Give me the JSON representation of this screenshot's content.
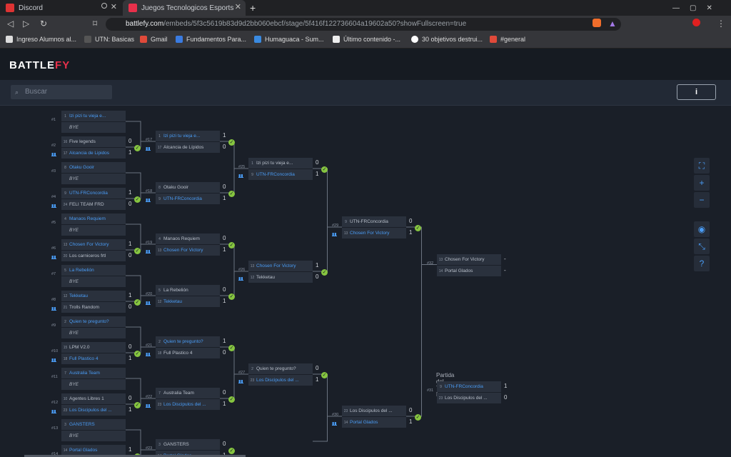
{
  "browser": {
    "tabs": [
      {
        "label": "Discord",
        "active": false,
        "favicon_color": "#d33"
      },
      {
        "label": "Juegos Tecnologicos Esports LOL l:",
        "active": true,
        "favicon_color": "#e8304b"
      }
    ],
    "new_tab": "+",
    "url_host": "battlefy.com",
    "url_path": "/embeds/5f3c5619b83d9d2bb060ebcf/stage/5f416f122736604a19602a50?showFullscreen=true",
    "bookmarks": [
      "Ingreso Alumnos al...",
      "UTN: Basicas",
      "Gmail",
      "Fundamentos Para...",
      "Humaguaca - Sum...",
      "Último contenido -...",
      "30 objetivos destrui...",
      "#general"
    ]
  },
  "header": {
    "logo_a": "BATTLE",
    "logo_b": "FY"
  },
  "toolbar": {
    "search_placeholder": "Buscar",
    "info": "i"
  },
  "third_place_label": "Partida del Tercer Lugar",
  "colors": {
    "win": "#4a9cf5",
    "check": "#86c540",
    "accent": "#e8304b"
  },
  "sidebar_icons": [
    "focus-icon",
    "zoom-in-icon",
    "zoom-out-icon",
    "eye-icon",
    "collapse-icon",
    "help-icon"
  ],
  "round1": [
    {
      "num": "#1",
      "t": [
        {
          "s": "1",
          "n": "Izi pizi tu vieja e...",
          "w": true
        },
        {
          "s": "",
          "n": "BYE",
          "bye": true
        }
      ],
      "sc": [
        "",
        ""
      ]
    },
    {
      "num": "#2",
      "t": [
        {
          "s": "16",
          "n": "Five legends",
          "w": false
        },
        {
          "s": "17",
          "n": "Alcancia de Lipidos",
          "w": true
        }
      ],
      "sc": [
        "0",
        "1"
      ]
    },
    {
      "num": "#3",
      "t": [
        {
          "s": "8",
          "n": "Otaku Gooir",
          "w": true
        },
        {
          "s": "",
          "n": "BYE",
          "bye": true
        }
      ],
      "sc": [
        "",
        ""
      ]
    },
    {
      "num": "#4",
      "t": [
        {
          "s": "9",
          "n": "UTN-FRConcordia",
          "w": true
        },
        {
          "s": "24",
          "n": "FELI TEAM FRD",
          "w": false
        }
      ],
      "sc": [
        "1",
        "0"
      ]
    },
    {
      "num": "#5",
      "t": [
        {
          "s": "4",
          "n": "Manaos Requiem",
          "w": true
        },
        {
          "s": "",
          "n": "BYE",
          "bye": true
        }
      ],
      "sc": [
        "",
        ""
      ]
    },
    {
      "num": "#6",
      "t": [
        {
          "s": "13",
          "n": "Chosen For Victory",
          "w": true
        },
        {
          "s": "20",
          "n": "Los carniceros frtl",
          "w": false
        }
      ],
      "sc": [
        "1",
        "0"
      ]
    },
    {
      "num": "#7",
      "t": [
        {
          "s": "5",
          "n": "La Rebelión",
          "w": true
        },
        {
          "s": "",
          "n": "BYE",
          "bye": true
        }
      ],
      "sc": [
        "",
        ""
      ]
    },
    {
      "num": "#8",
      "t": [
        {
          "s": "12",
          "n": "Tekketau",
          "w": true
        },
        {
          "s": "21",
          "n": "Trolls Random",
          "w": false
        }
      ],
      "sc": [
        "1",
        "0"
      ]
    },
    {
      "num": "#9",
      "t": [
        {
          "s": "2",
          "n": "Quien te pregunto?",
          "w": true
        },
        {
          "s": "",
          "n": "BYE",
          "bye": true
        }
      ],
      "sc": [
        "",
        ""
      ]
    },
    {
      "num": "#10",
      "t": [
        {
          "s": "15",
          "n": "LPM V2.0",
          "w": false
        },
        {
          "s": "18",
          "n": "Full Plastico 4",
          "w": true
        }
      ],
      "sc": [
        "0",
        "1"
      ]
    },
    {
      "num": "#11",
      "t": [
        {
          "s": "7",
          "n": "Australia Team",
          "w": true
        },
        {
          "s": "",
          "n": "BYE",
          "bye": true
        }
      ],
      "sc": [
        "",
        ""
      ]
    },
    {
      "num": "#12",
      "t": [
        {
          "s": "10",
          "n": "Agentes Libres 1",
          "w": false
        },
        {
          "s": "23",
          "n": "Los Discipulos del ...",
          "w": true
        }
      ],
      "sc": [
        "0",
        "1"
      ]
    },
    {
      "num": "#13",
      "t": [
        {
          "s": "3",
          "n": "GANSTERS",
          "w": true
        },
        {
          "s": "",
          "n": "BYE",
          "bye": true
        }
      ],
      "sc": [
        "",
        ""
      ]
    },
    {
      "num": "#14",
      "t": [
        {
          "s": "14",
          "n": "Portal Glados",
          "w": true
        },
        {
          "s": "",
          "n": "",
          "w": false
        }
      ],
      "sc": [
        "1",
        ""
      ]
    }
  ],
  "round2": [
    {
      "num": "#17",
      "t": [
        {
          "s": "1",
          "n": "Izi pizi tu vieja e...",
          "w": true
        },
        {
          "s": "17",
          "n": "Alcancia de Lípidos",
          "w": false
        }
      ],
      "sc": [
        "1",
        "0"
      ]
    },
    {
      "num": "#18",
      "t": [
        {
          "s": "8",
          "n": "Otaku Gooir",
          "w": false
        },
        {
          "s": "9",
          "n": "UTN-FRConcordia",
          "w": true
        }
      ],
      "sc": [
        "0",
        "1"
      ]
    },
    {
      "num": "#19",
      "t": [
        {
          "s": "4",
          "n": "Manaos Requiem",
          "w": false
        },
        {
          "s": "13",
          "n": "Chosen For Victory",
          "w": true
        }
      ],
      "sc": [
        "0",
        "1"
      ]
    },
    {
      "num": "#20",
      "t": [
        {
          "s": "5",
          "n": "La Rebelión",
          "w": false
        },
        {
          "s": "12",
          "n": "Tekketau",
          "w": true
        }
      ],
      "sc": [
        "0",
        "1"
      ]
    },
    {
      "num": "#21",
      "t": [
        {
          "s": "2",
          "n": "Quien te pregunto?",
          "w": true
        },
        {
          "s": "18",
          "n": "Full Plastico 4",
          "w": false
        }
      ],
      "sc": [
        "1",
        "0"
      ]
    },
    {
      "num": "#22",
      "t": [
        {
          "s": "7",
          "n": "Australia Team",
          "w": false
        },
        {
          "s": "23",
          "n": "Los Discipulos del ...",
          "w": true
        }
      ],
      "sc": [
        "0",
        "1"
      ]
    },
    {
      "num": "#23",
      "t": [
        {
          "s": "3",
          "n": "GANSTERS",
          "w": false
        },
        {
          "s": "14",
          "n": "Portal Glados",
          "w": true
        }
      ],
      "sc": [
        "0",
        "1"
      ]
    }
  ],
  "round3": [
    {
      "num": "#25",
      "t": [
        {
          "s": "1",
          "n": "Izi pizi tu vieja e...",
          "w": false
        },
        {
          "s": "9",
          "n": "UTN-FRConcordia",
          "w": true
        }
      ],
      "sc": [
        "0",
        "1"
      ]
    },
    {
      "num": "#26",
      "t": [
        {
          "s": "13",
          "n": "Chosen For Victory",
          "w": true
        },
        {
          "s": "12",
          "n": "Tekketau",
          "w": false
        }
      ],
      "sc": [
        "1",
        "0"
      ]
    },
    {
      "num": "#27",
      "t": [
        {
          "s": "2",
          "n": "Quien te pregunto?",
          "w": false
        },
        {
          "s": "23",
          "n": "Los Discipulos del ...",
          "w": true
        }
      ],
      "sc": [
        "0",
        "1"
      ]
    }
  ],
  "round4": [
    {
      "num": "#29",
      "t": [
        {
          "s": "9",
          "n": "UTN-FRConcordia",
          "w": false
        },
        {
          "s": "13",
          "n": "Chosen For Victory",
          "w": true
        }
      ],
      "sc": [
        "0",
        "1"
      ]
    },
    {
      "num": "#30",
      "t": [
        {
          "s": "23",
          "n": "Los Discipulos del ...",
          "w": false
        },
        {
          "s": "14",
          "n": "Portal Glados",
          "w": true
        }
      ],
      "sc": [
        "0",
        "1"
      ]
    }
  ],
  "final": {
    "num": "#32",
    "t": [
      {
        "s": "13",
        "n": "Chosen For Victory",
        "w": false
      },
      {
        "s": "14",
        "n": "Portal Glados",
        "w": false
      }
    ],
    "sc": [
      "-",
      "-"
    ]
  },
  "third": {
    "num": "#31",
    "t": [
      {
        "s": "9",
        "n": "UTN-FRConcordia",
        "w": true
      },
      {
        "s": "23",
        "n": "Los Discipulos del ...",
        "w": false
      }
    ],
    "sc": [
      "1",
      "0"
    ]
  }
}
